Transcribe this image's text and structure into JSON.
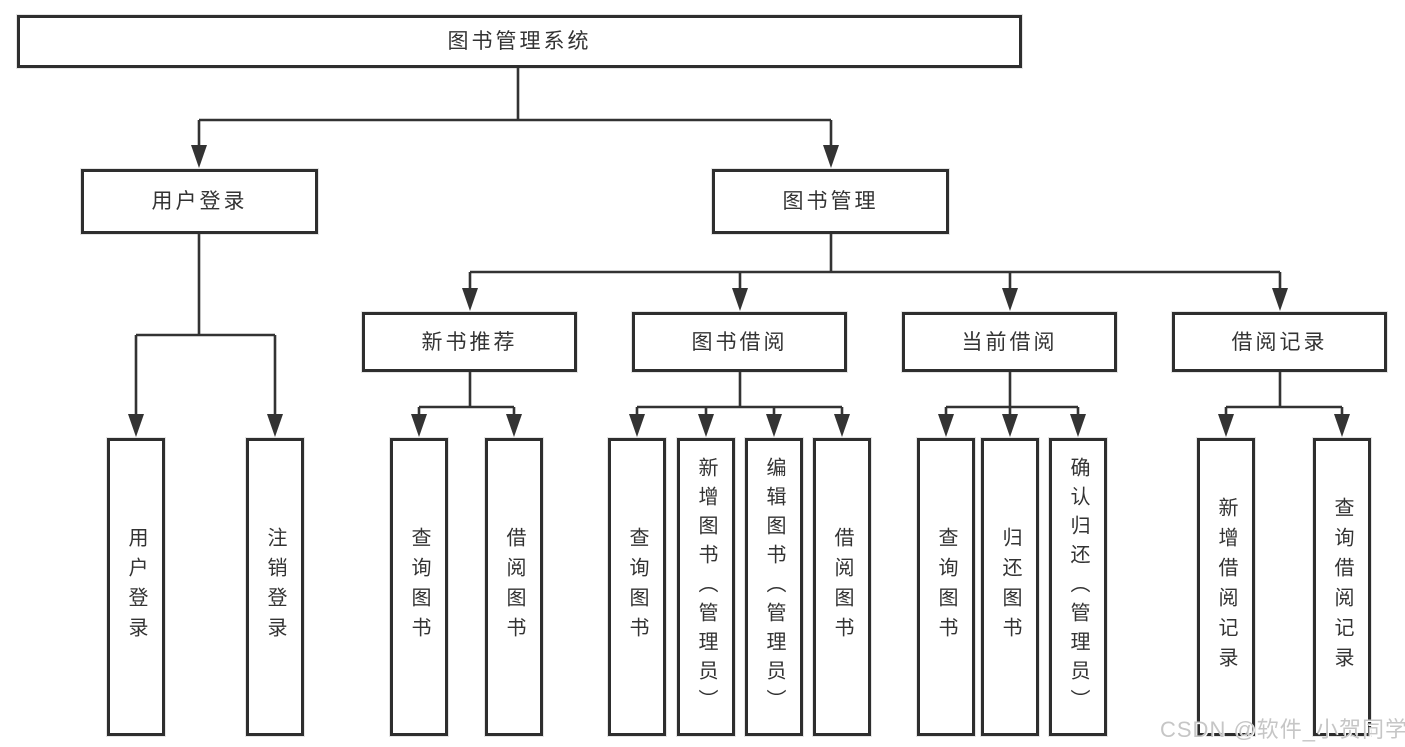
{
  "diagram": {
    "root": {
      "label": "图书管理系统"
    },
    "level2": [
      {
        "label": "用户登录"
      },
      {
        "label": "图书管理"
      }
    ],
    "level3": [
      {
        "label": "新书推荐"
      },
      {
        "label": "图书借阅"
      },
      {
        "label": "当前借阅"
      },
      {
        "label": "借阅记录"
      }
    ],
    "leaves": {
      "user_login": [
        {
          "label": "用户登录"
        },
        {
          "label": "注销登录"
        }
      ],
      "new_book": [
        {
          "label": "查询图书"
        },
        {
          "label": "借阅图书"
        }
      ],
      "book_borrow": [
        {
          "label": "查询图书"
        },
        {
          "label": "新增图书（管理员）"
        },
        {
          "label": "编辑图书（管理员）"
        },
        {
          "label": "借阅图书"
        }
      ],
      "current_borrow": [
        {
          "label": "查询图书"
        },
        {
          "label": "归还图书"
        },
        {
          "label": "确认归还（管理员）"
        }
      ],
      "borrow_record": [
        {
          "label": "新增借阅记录"
        },
        {
          "label": "查询借阅记录"
        }
      ]
    }
  },
  "watermark": {
    "text": "CSDN @软件_小贺同学"
  },
  "colors": {
    "line": "#333333",
    "box_border": "#2e2e2e",
    "box_fill": "#ffffff",
    "text": "#333333",
    "watermark_text": "#c6c6c6"
  }
}
